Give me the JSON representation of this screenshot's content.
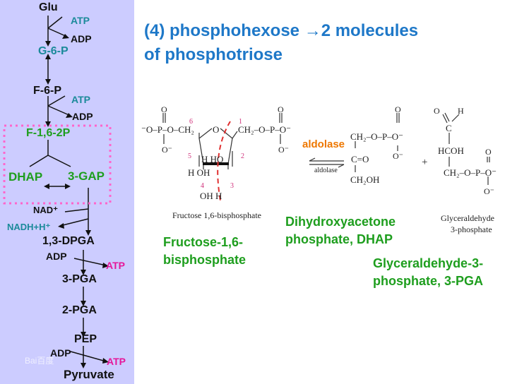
{
  "sidebar": {
    "glu": "Glu",
    "atp1": "ATP",
    "adp1": "ADP",
    "g6p": "G-6-P",
    "f6p": "F-6-P",
    "atp2": "ATP",
    "adp2": "ADP",
    "f16bp": "F-1,6-2P",
    "dhap": "DHAP",
    "gap": "3-GAP",
    "nad": "NAD⁺",
    "nadh": "NADH+H⁺",
    "bpga": "1,3-DPGA",
    "adp3": "ADP",
    "atp3": "ATP",
    "pga3": "3-PGA",
    "pga2": "2-PGA",
    "pep": "PEP",
    "adp4": "ADP",
    "atp4": "ATP",
    "pyruvate": "Pyruvate",
    "watermark": "Bai百度"
  },
  "title": {
    "line1": "(4)  phosphohexose →2 molecules",
    "line2": "of phosphotriose"
  },
  "figure": {
    "fructose_caption": "Fructose 1,6-bisphosphate",
    "g3p_caption_1": "Glyceraldehyde",
    "g3p_caption_2": "3-phosphate",
    "aldolase_big": "aldolase",
    "aldolase_small": "aldolase",
    "plus": "+",
    "fbp_left_group": "⁻O–P–O–CH₂",
    "fbp_right_group": "CH₂–O–P–O⁻",
    "fbp_oh_ho": "H   HO",
    "fbp_h_oh": "H          OH",
    "fbp_bottom": "OH   H",
    "ring_numbers": [
      "6",
      "1",
      "5",
      "2",
      "4",
      "3"
    ],
    "dhap_top": "CH₂–O–P–O⁻",
    "dhap_mid": "C=O",
    "dhap_bot": "CH₂OH",
    "g3p_top": "H",
    "g3p_c": "C",
    "g3p_hcoh": "HCOH",
    "g3p_bot": "CH₂–O–P–O⁻"
  },
  "labels": {
    "fbp_1": "Fructose-1,6-",
    "fbp_2": "bisphosphate",
    "dhap_1": "Dihydroxyacetone",
    "dhap_2": "phosphate, DHAP",
    "gap_1": "Glyceraldehyde-3-",
    "gap_2": "phosphate, 3-PGA"
  }
}
